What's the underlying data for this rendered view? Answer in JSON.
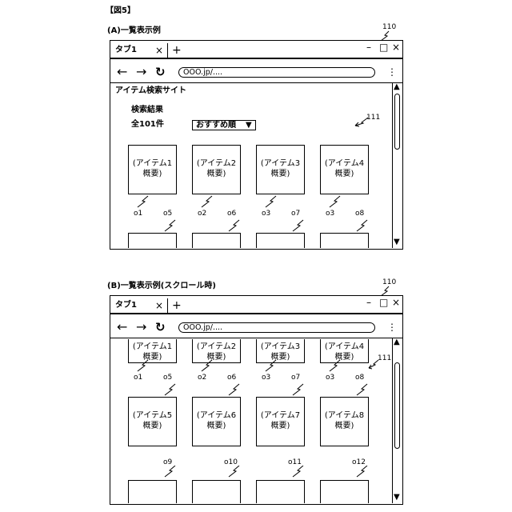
{
  "figure_label": "【図5】",
  "ref_window": "110",
  "ref_list": "111",
  "panel_a": {
    "caption": "(A)一覧表示例"
  },
  "panel_b": {
    "caption": "(B)一覧表示例(スクロール時)"
  },
  "browser": {
    "tab_label": "タブ1",
    "tab_close": "×",
    "new_tab": "+",
    "minimize": "–",
    "maximize": "□",
    "close": "×",
    "back": "←",
    "forward": "→",
    "reload": "↻",
    "url": "OOO.jp/....",
    "menu": "⋮",
    "scroll_up": "▲",
    "scroll_down": "▼"
  },
  "site": {
    "title": "アイテム検索サイト",
    "results_heading": "検索結果",
    "results_count": "全101件",
    "sort_selected": "おすすめ順",
    "sort_arrow": "▼"
  },
  "items": [
    {
      "line1": "(アイテム1",
      "line2": "概要)",
      "ref_a": "o1",
      "ref_b": "o5"
    },
    {
      "line1": "(アイテム2",
      "line2": "概要)",
      "ref_a": "o2",
      "ref_b": "o6"
    },
    {
      "line1": "(アイテム3",
      "line2": "概要)",
      "ref_a": "o3",
      "ref_b": "o7"
    },
    {
      "line1": "(アイテム4",
      "line2": "概要)",
      "ref_a": "o3",
      "ref_b": "o8"
    },
    {
      "line1": "(アイテム5",
      "line2": "概要)",
      "ref_a": "o9"
    },
    {
      "line1": "(アイテム6",
      "line2": "概要)",
      "ref_a": "o10"
    },
    {
      "line1": "(アイテム7",
      "line2": "概要)",
      "ref_a": "o11"
    },
    {
      "line1": "(アイテム8",
      "line2": "概要)",
      "ref_a": "o12"
    }
  ]
}
